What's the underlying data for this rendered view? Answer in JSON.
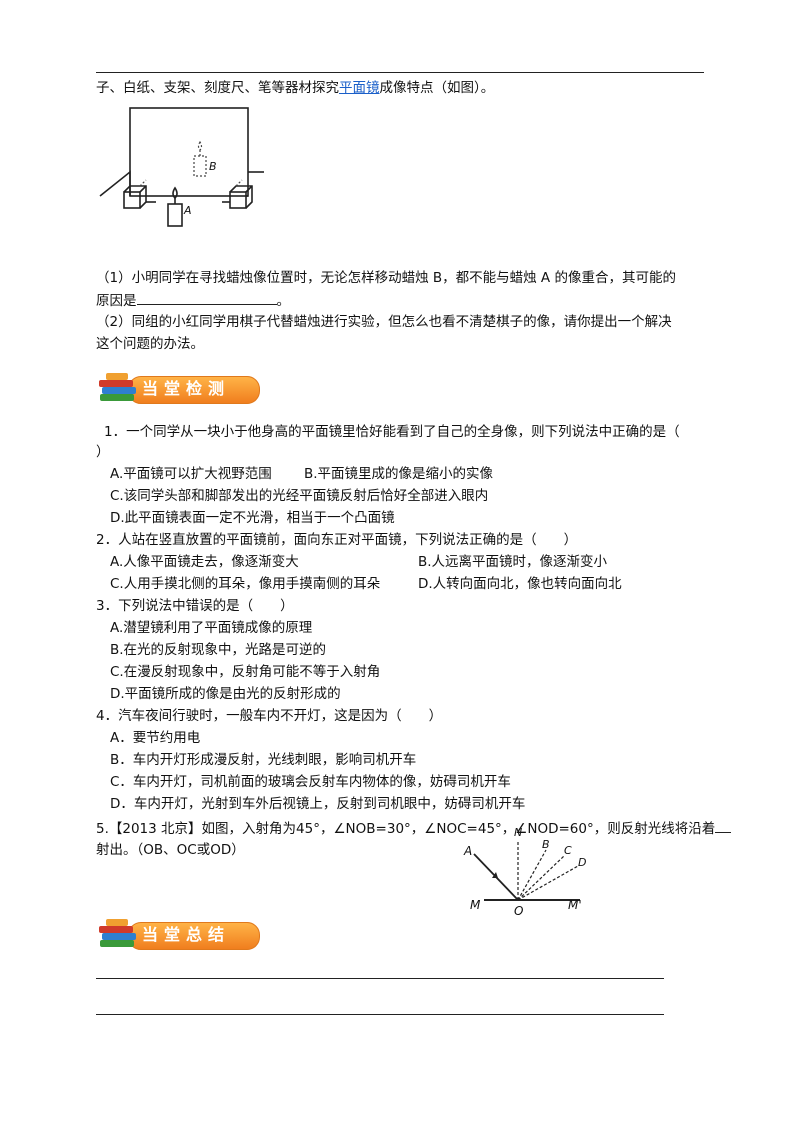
{
  "intro_line": {
    "before_link": "子、白纸、支架、刻度尺、笔等器材探究",
    "link": "平面镜",
    "after_link": "成像特点（如图）。"
  },
  "fig1_labels": {
    "a": "A",
    "b": "B"
  },
  "q1_parts": {
    "p1_line1": "（1）小明同学在寻找蜡烛像位置时，无论怎样移动蜡烛 B，都不能与蜡烛 A 的像重合，其可能的",
    "p1_line2_prefix": "原因是",
    "p1_line2_suffix": "。",
    "p2_line1": "（2）同组的小红同学用棋子代替蜡烛进行实验，但怎么也看不清楚棋子的像，请你提出一个解决",
    "p2_line2": "这个问题的办法。"
  },
  "section1": {
    "title": "当堂检测"
  },
  "questions": [
    {
      "stem_line1": "1．一个同学从一块小于他身高的平面镜里恰好能看到了自己的全身像，则下列说法中正确的是（",
      "stem_line2": "）",
      "options": [
        "A.平面镜可以扩大视野范围",
        "B.平面镜里成的像是缩小的实像",
        "C.该同学头部和脚部发出的光经平面镜反射后恰好全部进入眼内",
        "D.此平面镜表面一定不光滑，相当于一个凸面镜"
      ]
    },
    {
      "stem": "2．人站在竖直放置的平面镜前，面向东正对平面镜，下列说法正确的是（　　）",
      "options": [
        "A.人像平面镜走去，像逐渐变大",
        "B.人远离平面镜时，像逐渐变小",
        "C.人用手摸北侧的耳朵，像用手摸南侧的耳朵",
        "D.人转向面向北，像也转向面向北"
      ]
    },
    {
      "stem": "3．下列说法中错误的是（　　）",
      "options": [
        "A.潜望镜利用了平面镜成像的原理",
        "B.在光的反射现象中，光路是可逆的",
        "C.在漫反射现象中，反射角可能不等于入射角",
        "D.平面镜所成的像是由光的反射形成的"
      ]
    },
    {
      "stem": "4．汽车夜间行驶时，一般车内不开灯，这是因为（　　）",
      "options": [
        "A．要节约用电",
        "B．车内开灯形成漫反射，光线刺眼，影响司机开车",
        "C．车内开灯，司机前面的玻璃会反射车内物体的像，妨碍司机开车",
        "D．车内开灯，光射到车外后视镜上，反射到司机眼中，妨碍司机开车"
      ]
    },
    {
      "stem_line1": "5.【2013 北京】如图，入射角为45°，∠NOB=30°，∠NOC=45°，∠NOD=60°，则反射光线将沿着",
      "stem_line2": "射出。（OB、OC或OD）"
    }
  ],
  "fig2_labels": {
    "a": "A",
    "n": "N",
    "b": "B",
    "c": "C",
    "d": "D",
    "m": "M",
    "o": "O",
    "m2": "M'"
  },
  "section2": {
    "title": "当堂总结"
  },
  "colors": {
    "badge_orange": "#f07e1e",
    "link_blue": "#1a5fc9"
  }
}
